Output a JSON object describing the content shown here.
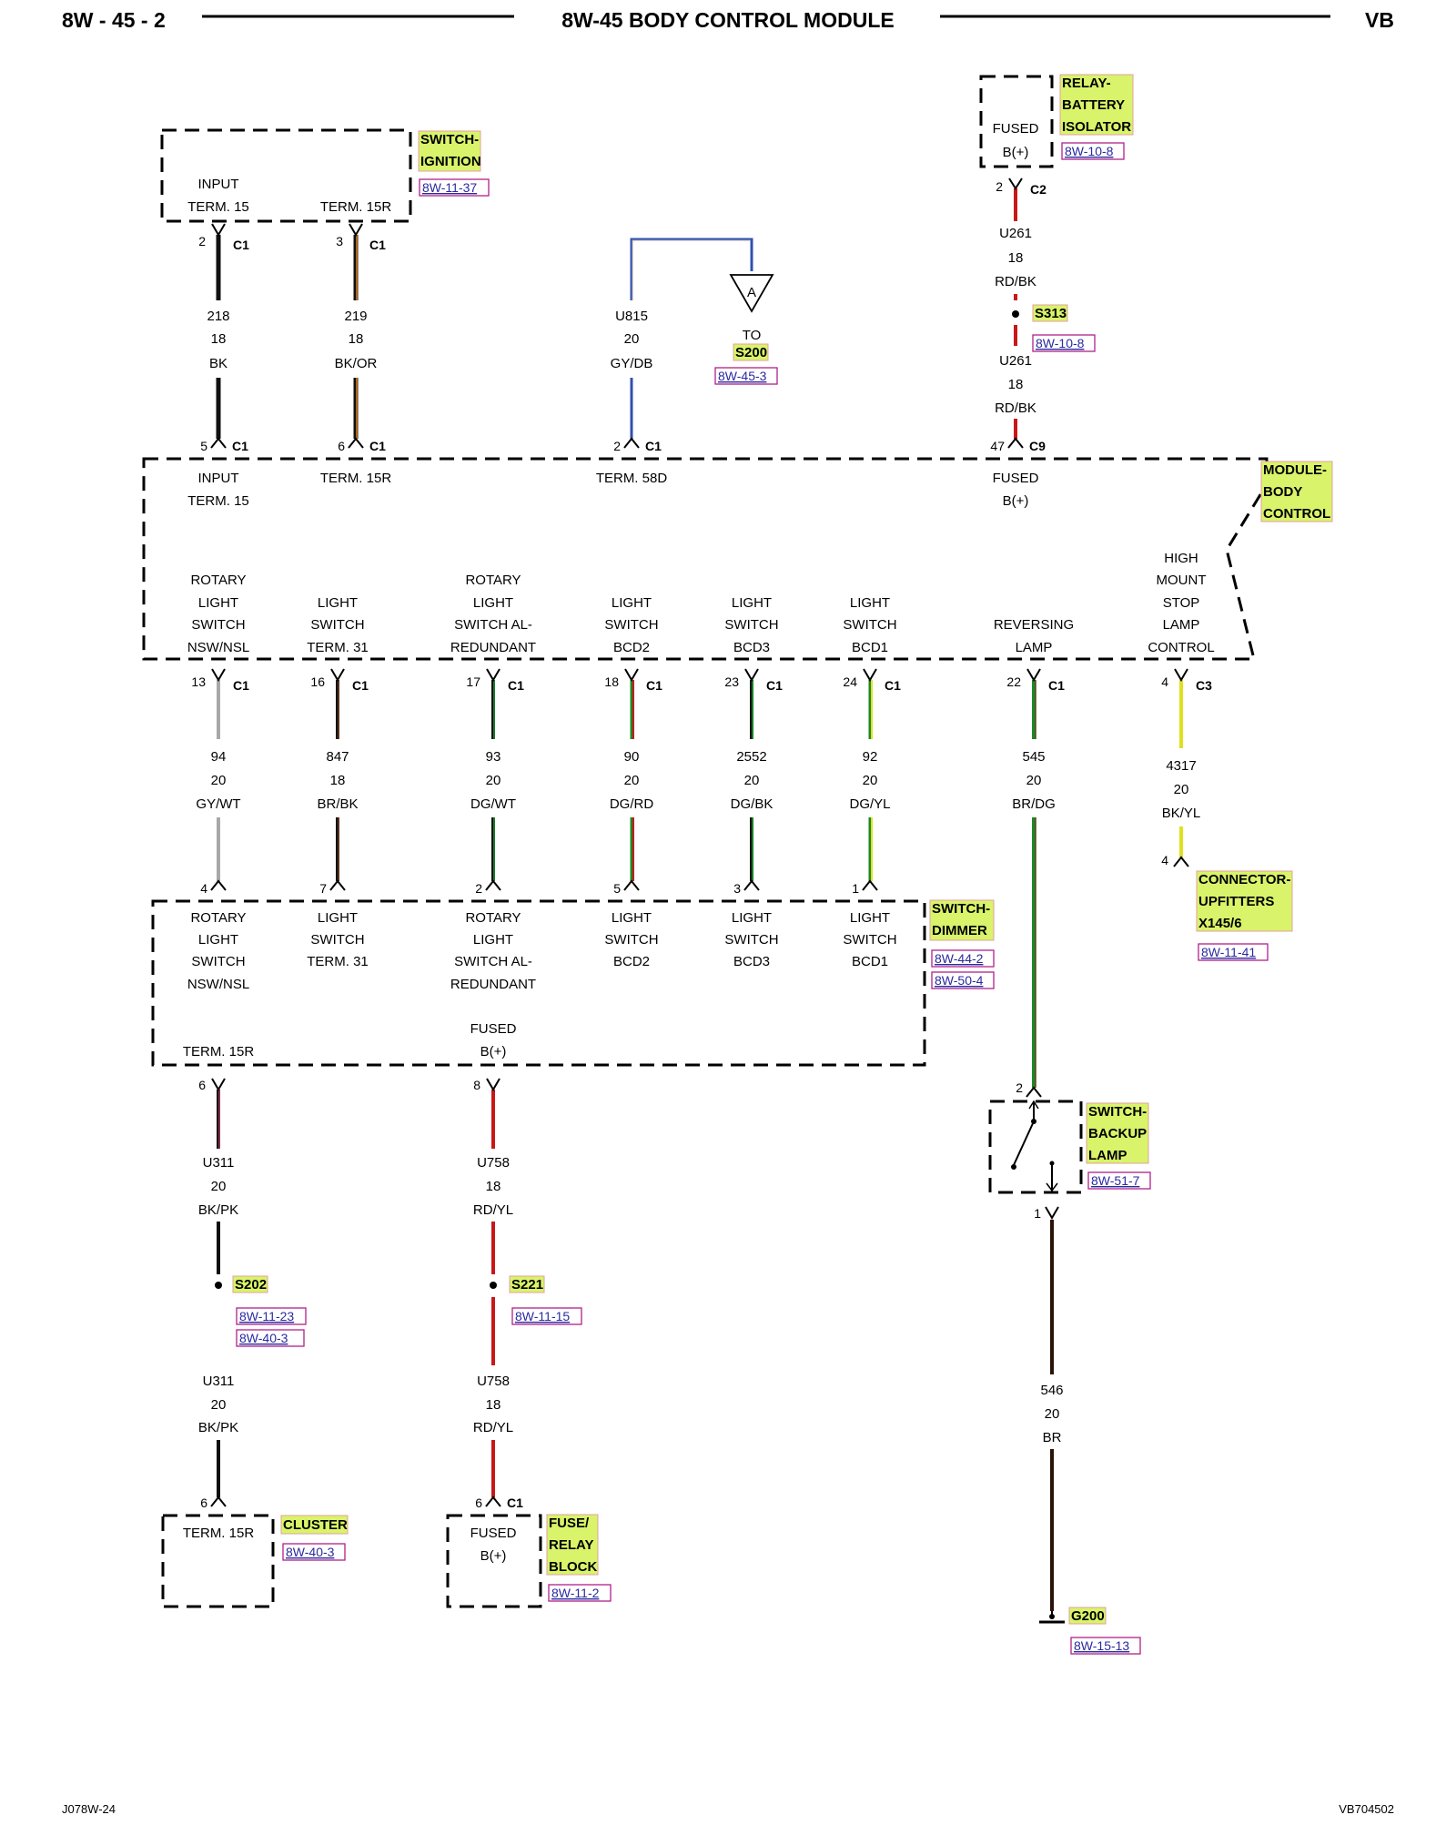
{
  "header": {
    "left": "8W - 45 - 2",
    "title": "8W-45 BODY CONTROL MODULE",
    "right": "VB"
  },
  "footer": {
    "left": "J078W-24",
    "right": "VB704502"
  },
  "components": {
    "switch_ignition": {
      "name": [
        "SWITCH-",
        "IGNITION"
      ],
      "ref": "8W-11-37",
      "labels": [
        "INPUT",
        "TERM. 15",
        "TERM. 15R"
      ]
    },
    "relay_battery_isolator": {
      "name": [
        "RELAY-",
        "BATTERY",
        "ISOLATOR"
      ],
      "ref": "8W-10-8",
      "labels": [
        "FUSED",
        "B(+)"
      ]
    },
    "module_body_control": {
      "name": [
        "MODULE-",
        "BODY",
        "CONTROL"
      ],
      "top_labels": {
        "input": [
          "INPUT",
          "TERM. 15"
        ],
        "term15r": "TERM. 15R",
        "term58d": "TERM. 58D",
        "fused": [
          "FUSED",
          "B(+)"
        ]
      },
      "bottom_labels": {
        "p13": [
          "ROTARY",
          "LIGHT",
          "SWITCH",
          "NSW/NSL"
        ],
        "p16": [
          "LIGHT",
          "SWITCH",
          "TERM. 31"
        ],
        "p17": [
          "ROTARY",
          "LIGHT",
          "SWITCH AL-",
          "REDUNDANT"
        ],
        "p18": [
          "LIGHT",
          "SWITCH",
          "BCD2"
        ],
        "p23": [
          "LIGHT",
          "SWITCH",
          "BCD3"
        ],
        "p24": [
          "LIGHT",
          "SWITCH",
          "BCD1"
        ],
        "p22": [
          "REVERSING",
          "LAMP"
        ],
        "p4": [
          "HIGH",
          "MOUNT",
          "STOP",
          "LAMP",
          "CONTROL"
        ]
      }
    },
    "switch_dimmer": {
      "name": [
        "SWITCH-",
        "DIMMER"
      ],
      "refs": [
        "8W-44-2",
        "8W-50-4"
      ],
      "labels": {
        "p4": [
          "ROTARY",
          "LIGHT",
          "SWITCH",
          "NSW/NSL"
        ],
        "p7": [
          "LIGHT",
          "SWITCH",
          "TERM. 31"
        ],
        "p2": [
          "ROTARY",
          "LIGHT",
          "SWITCH AL-",
          "REDUNDANT"
        ],
        "p5": [
          "LIGHT",
          "SWITCH",
          "BCD2"
        ],
        "p3": [
          "LIGHT",
          "SWITCH",
          "BCD3"
        ],
        "p1": [
          "LIGHT",
          "SWITCH",
          "BCD1"
        ],
        "term15r": "TERM. 15R",
        "fused": [
          "FUSED",
          "B(+)"
        ]
      }
    },
    "connector_upfitters": {
      "name": [
        "CONNECTOR-",
        "UPFITTERS",
        "X145/6"
      ],
      "ref": "8W-11-41"
    },
    "switch_backup_lamp": {
      "name": [
        "SWITCH-",
        "BACKUP",
        "LAMP"
      ],
      "ref": "8W-51-7"
    },
    "cluster": {
      "name": [
        "CLUSTER"
      ],
      "ref": "8W-40-3",
      "labels": [
        "TERM. 15R"
      ]
    },
    "fuse_relay_block": {
      "name": [
        "FUSE/",
        "RELAY",
        "BLOCK"
      ],
      "ref": "8W-11-2",
      "labels": [
        "FUSED",
        "B(+)"
      ]
    },
    "splice_s313": {
      "name": "S313",
      "ref": "8W-10-8"
    },
    "splice_s202": {
      "name": "S202",
      "refs": [
        "8W-11-23",
        "8W-40-3"
      ]
    },
    "splice_s221": {
      "name": "S221",
      "ref": "8W-11-15"
    },
    "ground_g200": {
      "name": "G200",
      "ref": "8W-15-13"
    },
    "offpage": {
      "marker": "A",
      "to": "TO",
      "name": "S200",
      "ref": "8W-45-3"
    }
  },
  "connectors": {
    "c1": "C1",
    "c2": "C2",
    "c3": "C3",
    "c9": "C9"
  },
  "pins": {
    "p1": "1",
    "p2": "2",
    "p3": "3",
    "p4": "4",
    "p5": "5",
    "p6": "6",
    "p7": "7",
    "p8": "8",
    "p13": "13",
    "p16": "16",
    "p17": "17",
    "p18": "18",
    "p22": "22",
    "p23": "23",
    "p24": "24",
    "p47": "47"
  },
  "wires": {
    "w218": [
      "218",
      "18",
      "BK"
    ],
    "w219": [
      "219",
      "18",
      "BK/OR"
    ],
    "u815": [
      "U815",
      "20",
      "GY/DB"
    ],
    "u261a": [
      "U261",
      "18",
      "RD/BK"
    ],
    "u261b": [
      "U261",
      "18",
      "RD/BK"
    ],
    "w94": [
      "94",
      "20",
      "GY/WT"
    ],
    "w847": [
      "847",
      "18",
      "BR/BK"
    ],
    "w93": [
      "93",
      "20",
      "DG/WT"
    ],
    "w90": [
      "90",
      "20",
      "DG/RD"
    ],
    "w2552": [
      "2552",
      "20",
      "DG/BK"
    ],
    "w92": [
      "92",
      "20",
      "DG/YL"
    ],
    "w545": [
      "545",
      "20",
      "BR/DG"
    ],
    "w4317": [
      "4317",
      "20",
      "BK/YL"
    ],
    "u311a": [
      "U311",
      "20",
      "BK/PK"
    ],
    "u311b": [
      "U311",
      "20",
      "BK/PK"
    ],
    "u758a": [
      "U758",
      "18",
      "RD/YL"
    ],
    "u758b": [
      "U758",
      "18",
      "RD/YL"
    ],
    "w546": [
      "546",
      "20",
      "BR"
    ]
  },
  "colors": {
    "black": "#111111",
    "orange": "#d07818",
    "blue": "#3050b0",
    "red": "#c81818",
    "gray": "#a8a8a8",
    "brown": "#6b3a1f",
    "green": "#1a8a28",
    "yellow": "#e0e020",
    "pink": "#d04070",
    "tag_fill": "#d9f36a",
    "ref_border": "#b0208a"
  }
}
